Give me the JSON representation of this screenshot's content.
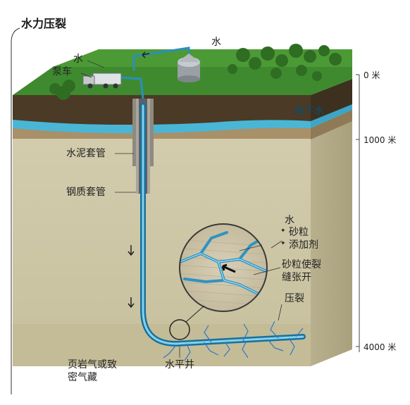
{
  "title": "水力压裂",
  "labels": {
    "water_top": "水",
    "water_truck": "水",
    "pump_truck": "泵车",
    "groundwater": "地下水",
    "cement_casing": "水泥套管",
    "steel_casing": "钢质套管",
    "inset_water": "水",
    "inset_sand": "砂粒",
    "inset_additive": "添加剂",
    "inset_sand_fractures_1": "砂粒使裂",
    "inset_sand_fractures_2": "缝张开",
    "fracturing": "压裂",
    "horizontal_well": "水平井",
    "shale_gas_1": "页岩气或致",
    "shale_gas_2": "密气藏"
  },
  "depth_labels": [
    "0 米",
    "1000 米",
    "4000 米"
  ],
  "colors": {
    "grass": "#3f8a2f",
    "topsoil": "#4a3a26",
    "aquifer": "#4ab6d6",
    "rock": "#cfc8a8",
    "pipe": "#2f93c2",
    "fracture": "#2c78c8"
  }
}
